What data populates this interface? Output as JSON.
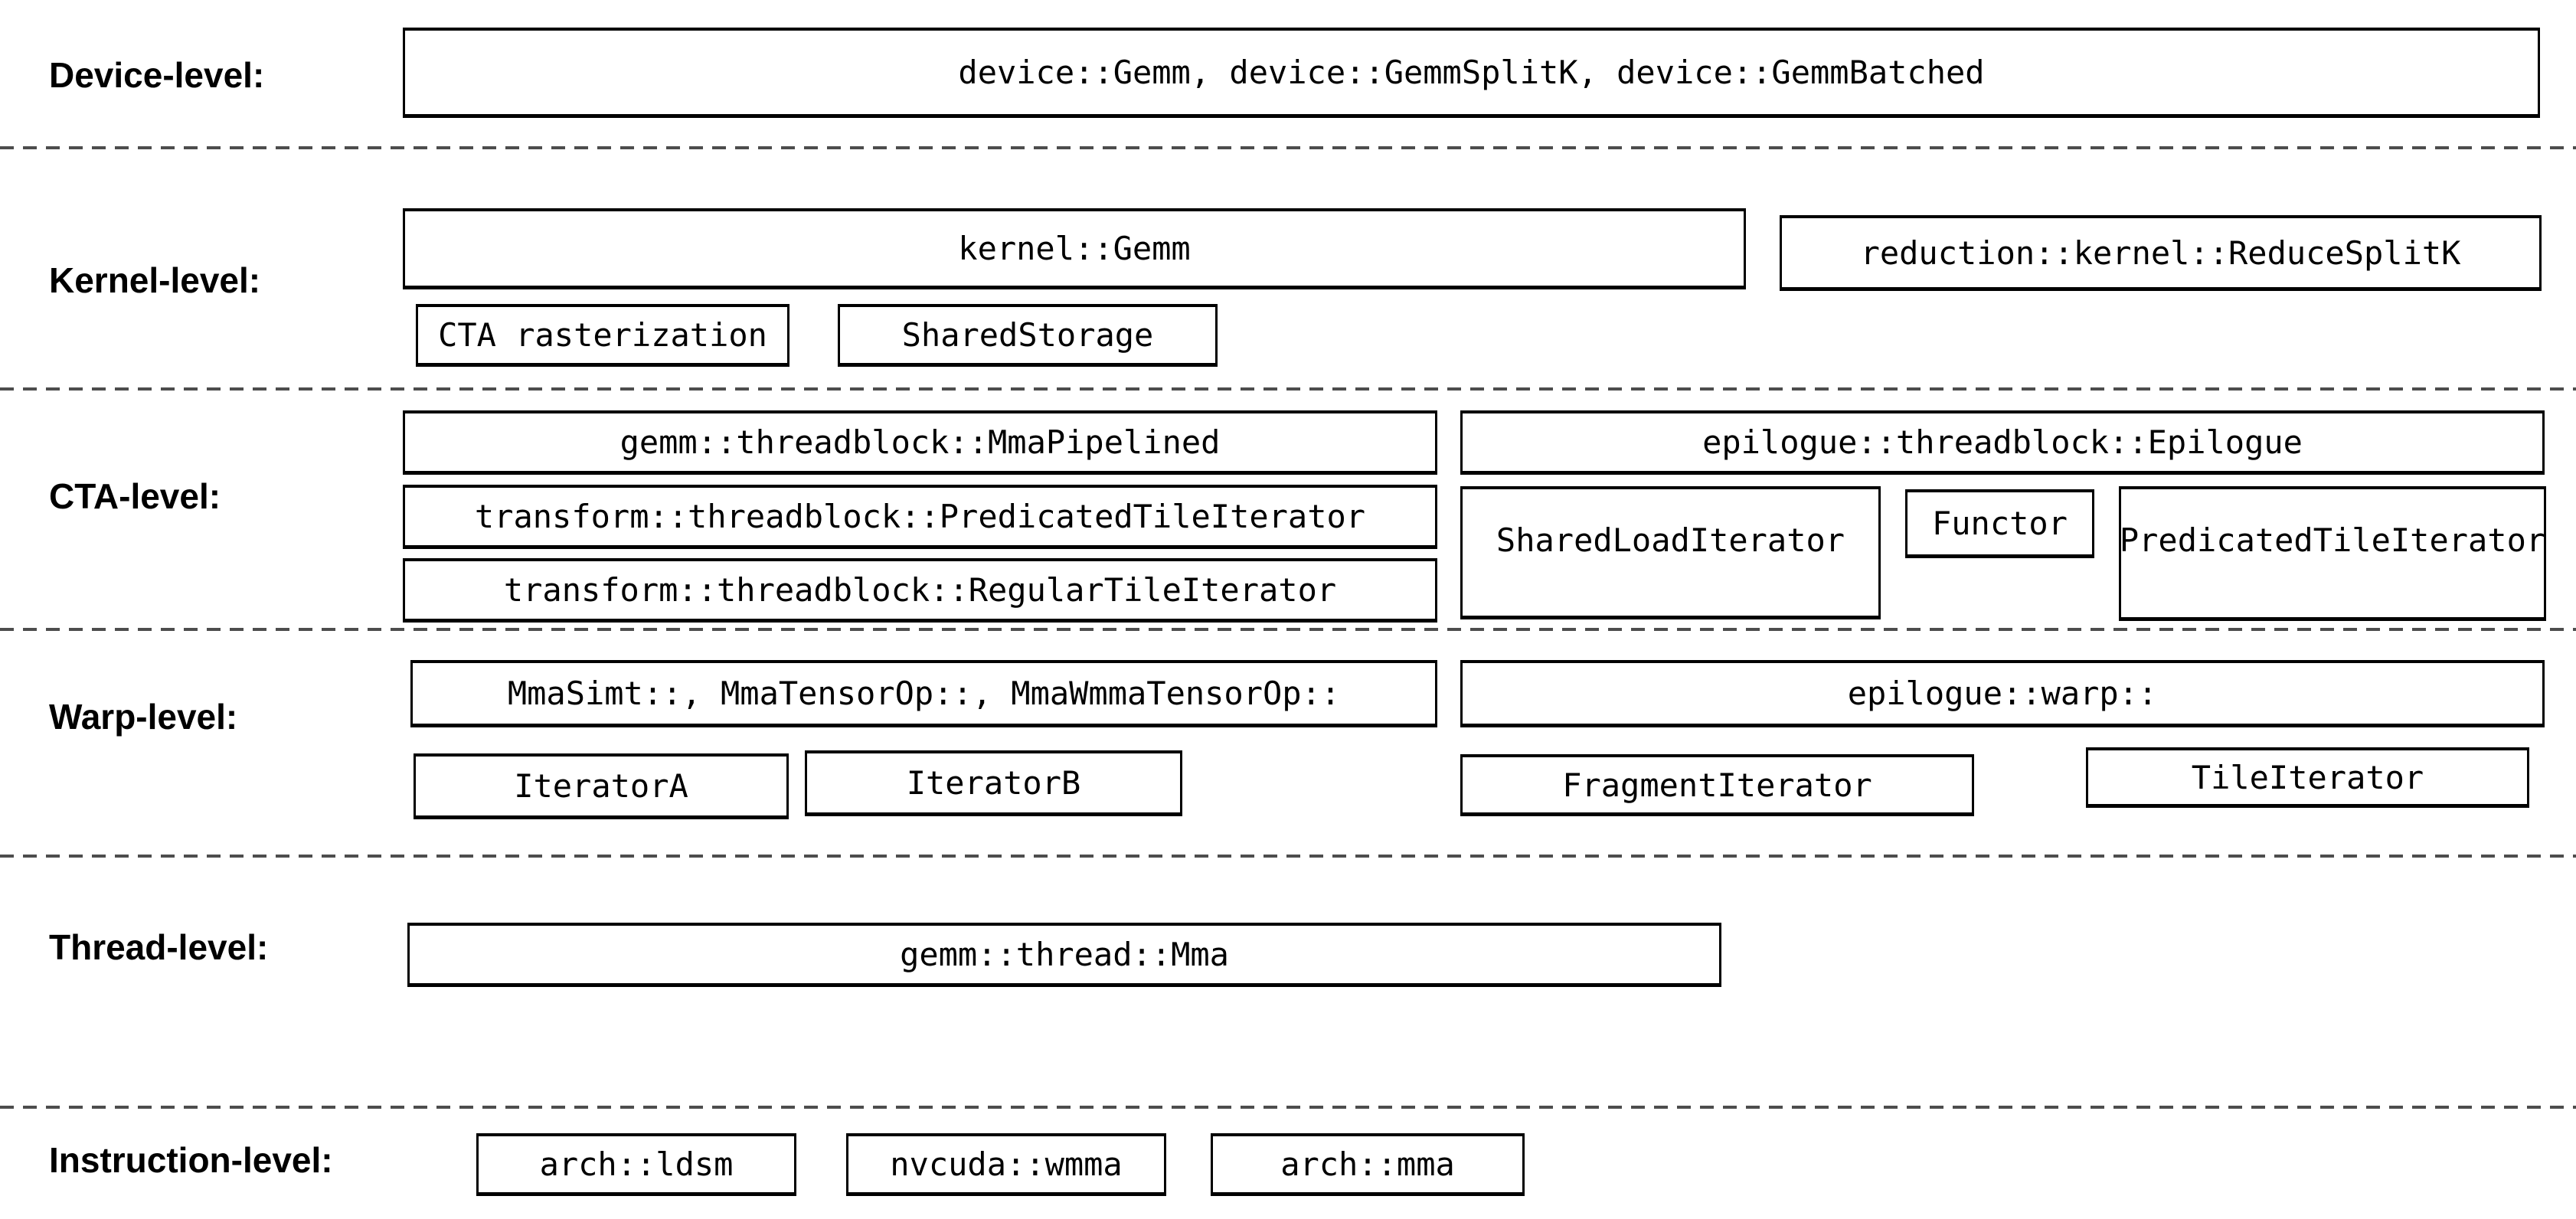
{
  "rows": {
    "device": {
      "label": "Device-level:",
      "boxes": {
        "main": "device::Gemm, device::GemmSplitK, device::GemmBatched"
      }
    },
    "kernel": {
      "label": "Kernel-level:",
      "boxes": {
        "gemm": "kernel::Gemm",
        "reduce_splitk": "reduction::kernel::ReduceSplitK",
        "cta_rasterization": "CTA rasterization",
        "shared_storage": "SharedStorage"
      }
    },
    "cta": {
      "label": "CTA-level:",
      "boxes": {
        "mma_pipelined": "gemm::threadblock::MmaPipelined",
        "predicated_tile_iterator": "transform::threadblock::PredicatedTileIterator",
        "regular_tile_iterator": "transform::threadblock::RegularTileIterator",
        "epilogue": "epilogue::threadblock::Epilogue",
        "shared_load_iterator": "SharedLoadIterator",
        "functor": "Functor",
        "epilogue_predicated_tile_iterator": "PredicatedTileIterator"
      }
    },
    "warp": {
      "label": "Warp-level:",
      "boxes": {
        "mma_ops": "MmaSimt::, MmaTensorOp::, MmaWmmaTensorOp::",
        "iterator_a": "IteratorA",
        "iterator_b": "IteratorB",
        "epilogue_warp": "epilogue::warp::",
        "fragment_iterator": "FragmentIterator",
        "tile_iterator": "TileIterator"
      }
    },
    "thread": {
      "label": "Thread-level:",
      "boxes": {
        "mma": "gemm::thread::Mma"
      }
    },
    "instruction": {
      "label": "Instruction-level:",
      "boxes": {
        "ldsm": "arch::ldsm",
        "wmma": "nvcuda::wmma",
        "mma": "arch::mma"
      }
    }
  },
  "colors": {
    "background": "#ffffff",
    "box_border": "#000000",
    "text": "#000000",
    "separator": "#4d4d4d"
  }
}
